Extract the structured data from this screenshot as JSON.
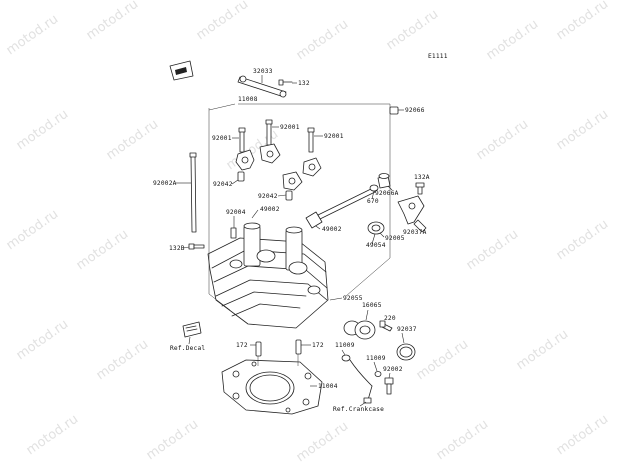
{
  "watermark": "motod.ru",
  "diagram_code": "E1111",
  "parts": {
    "p32033": "32033",
    "p132_top": "132",
    "p11008": "11008",
    "p92066": "92066",
    "p92001_a": "92001",
    "p92001_b": "92001",
    "p92001_c": "92001",
    "p92002a": "92002A",
    "p92042_a": "92042",
    "p92042_b": "92042",
    "p92004": "92004",
    "p49002_a": "49002",
    "p49002_b": "49002",
    "p670": "670",
    "p92066a": "92066A",
    "p132a": "132A",
    "p92037a": "92037A",
    "p92005": "92005",
    "p49054": "49054",
    "p132b": "132B",
    "p92055": "92055",
    "p16065": "16065",
    "p220": "220",
    "p92037": "92037",
    "p11009_a": "11009",
    "p11009_b": "11009",
    "p172_a": "172",
    "p172_b": "172",
    "p11004": "11004",
    "p92002": "92002",
    "ref_decal": "Ref.Decal",
    "ref_crankcase": "Ref.Crankcase"
  }
}
